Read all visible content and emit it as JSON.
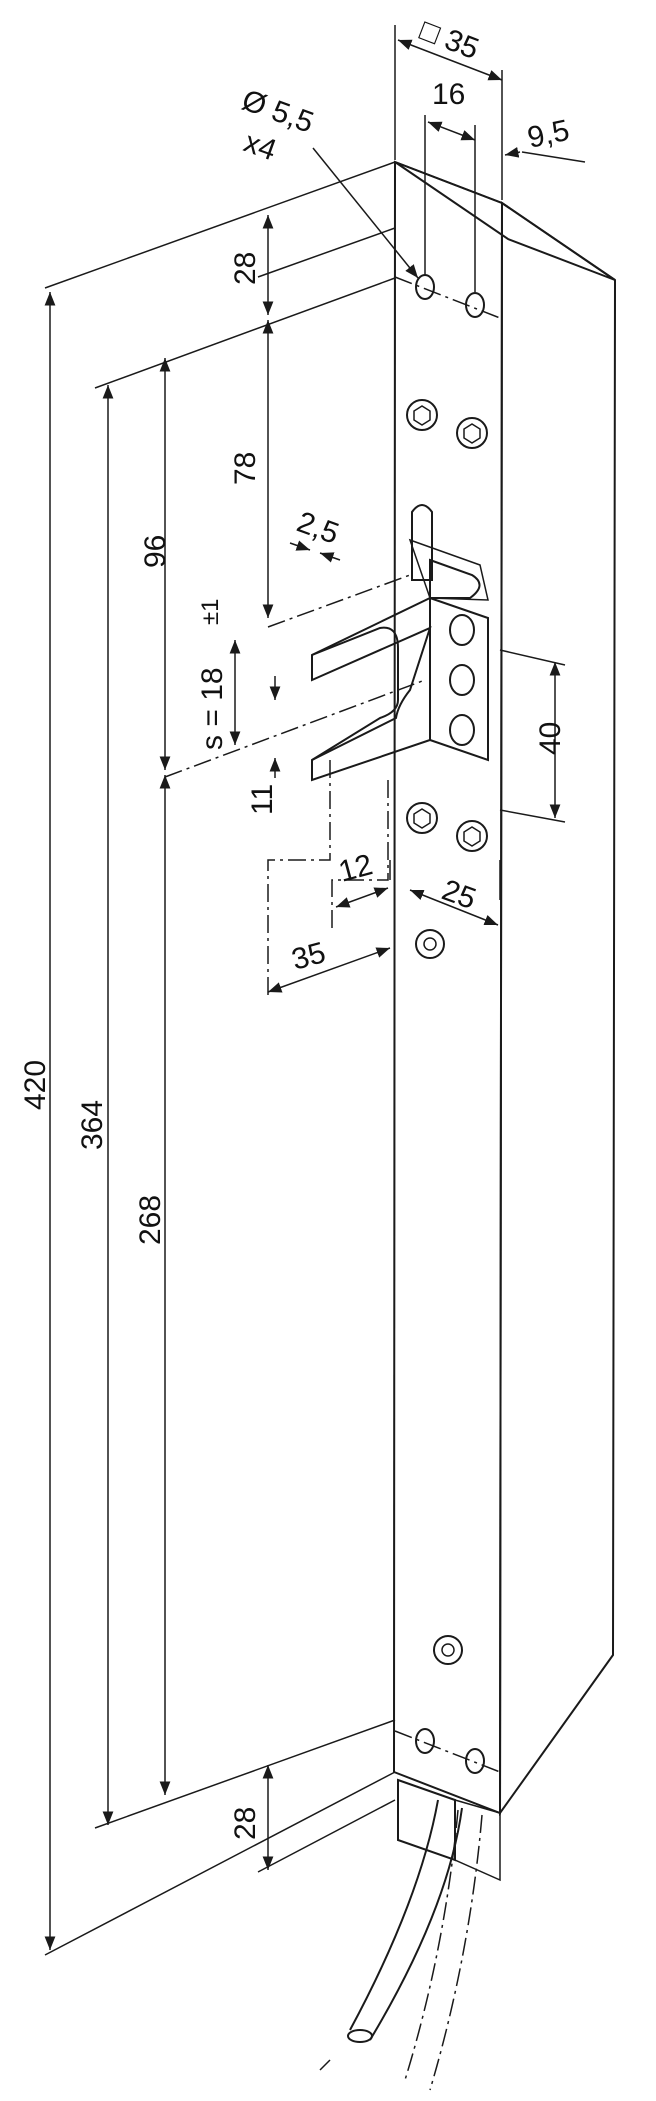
{
  "dimensions": {
    "square_width": "35",
    "width_16": "16",
    "width_9_5": "9,5",
    "hole_diameter": "Ø 5,5",
    "hole_count": "x4",
    "top_28": "28",
    "dim_78": "78",
    "dim_96": "96",
    "dim_2_5": "2,5",
    "stroke": "s = 18",
    "tolerance": "±1",
    "dim_11": "11",
    "dim_40": "40",
    "dim_12": "12",
    "dim_25": "25",
    "dim_35": "35",
    "total_420": "420",
    "dim_364": "364",
    "dim_268": "268",
    "bottom_28": "28"
  },
  "colors": {
    "face": "#e9e9ec",
    "side": "#f5f5f6",
    "top": "#f0f0f0",
    "line": "#1a1a1a"
  }
}
